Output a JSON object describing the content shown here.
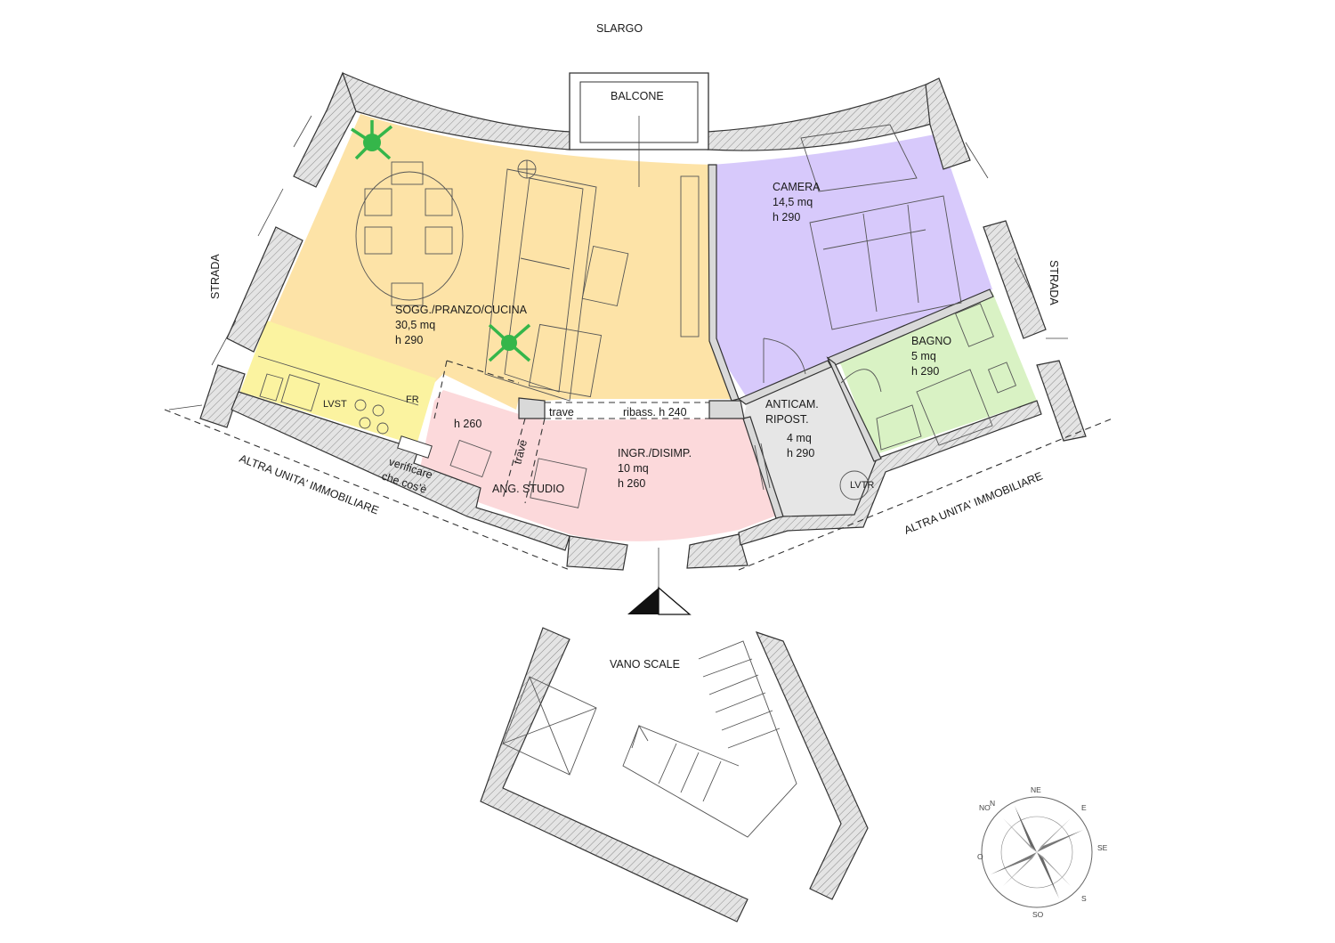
{
  "labels": {
    "slargo": "SLARGO",
    "balcone": "BALCONE",
    "strada_left": "STRADA",
    "strada_right": "STRADA",
    "altra_left": "ALTRA UNITA' IMMOBILIARE",
    "altra_right": "ALTRA UNITA' IMMOBILIARE",
    "vano_scale": "VANO SCALE",
    "lvst": "LVST",
    "fr": "FR",
    "lvtr": "LVTR",
    "trave_h": "trave",
    "ribass": "ribass. h 240",
    "trave_v": "trave",
    "h260_small": "h 260",
    "ang_studio": "ANG. STUDIO",
    "verificare_1": "verificare",
    "verificare_2": "che cos'è"
  },
  "rooms": {
    "soggiorno": {
      "name": "SOGG./PRANZO/CUCINA",
      "area": "30,5 mq",
      "height": "h 290",
      "color": "#fde3a7"
    },
    "camera": {
      "name": "CAMERA",
      "area": "14,5 mq",
      "height": "h 290",
      "color": "#d7c9fb"
    },
    "bagno": {
      "name": "BAGNO",
      "area": "5 mq",
      "height": "h 290",
      "color": "#d9f2c4"
    },
    "anticamera": {
      "name_1": "ANTICAM.",
      "name_2": "RIPOST.",
      "area": "4 mq",
      "height": "h 290",
      "color": "#e6e6e6"
    },
    "ingresso": {
      "name": "INGR./DISIMP.",
      "area": "10 mq",
      "height": "h 260",
      "color": "#fcd9db"
    },
    "cucina_color": "#fbf3a0"
  },
  "compass": {
    "ne": "NE",
    "e": "E",
    "se": "SE",
    "s": "S",
    "so": "SO",
    "o": "O",
    "no": "NO",
    "n": "N"
  }
}
